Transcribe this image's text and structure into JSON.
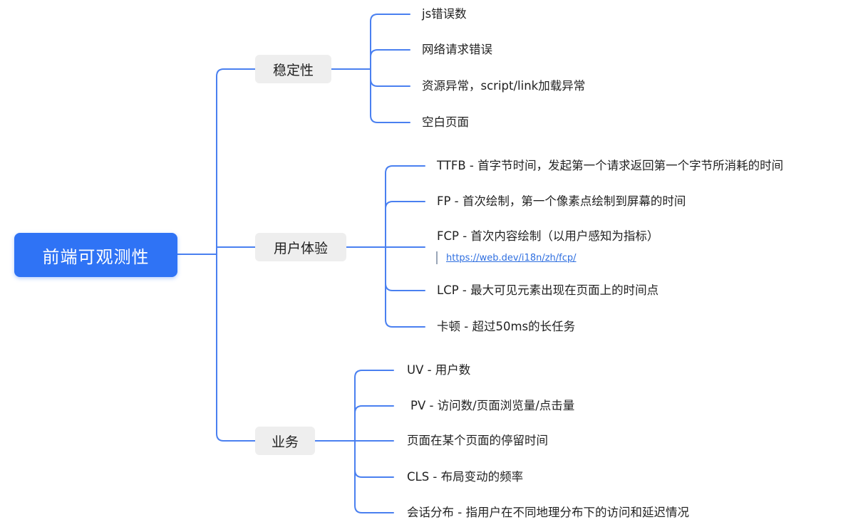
{
  "root": {
    "label": "前端可观测性"
  },
  "categories": [
    {
      "label": "稳定性",
      "items": [
        "js错误数",
        "网络请求错误",
        "资源异常，script/link加载异常",
        "空白页面"
      ]
    },
    {
      "label": "用户体验",
      "items": [
        "TTFB - 首字节时间，发起第一个请求返回第一个字节所消耗的时间",
        "FP - 首次绘制，第一个像素点绘制到屏幕的时间",
        "FCP - 首次内容绘制（以用户感知为指标）",
        "LCP - 最大可见元素出现在页面上的时间点",
        "卡顿 - 超过50ms的长任务"
      ],
      "link": "https://web.dev/i18n/zh/fcp/"
    },
    {
      "label": "业务",
      "items": [
        "UV - 用户数",
        "PV - 访问数/页面浏览量/点击量",
        "页面在某个页面的停留时间",
        "CLS - 布局变动的频率",
        "会话分布 - 指用户在不同地理分布下的访问和延迟情况"
      ]
    }
  ],
  "colors": {
    "root": "#2f73f5",
    "connector": "#4a80f0",
    "category_bg": "#eeeeee",
    "link": "#2f6fe0"
  }
}
